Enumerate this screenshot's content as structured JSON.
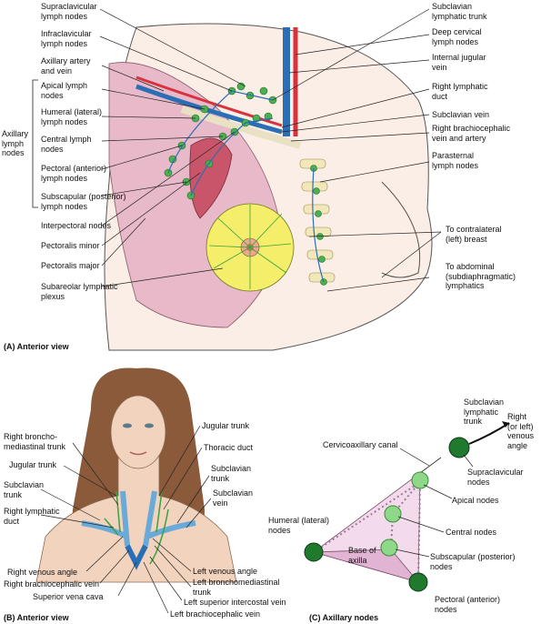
{
  "panel_a": {
    "caption": "(A) Anterior view",
    "group_label": "Axillary\nlymph\nnodes",
    "left_labels": [
      "Supraclavicular\nlymph nodes",
      "Infraclavicular\nlymph nodes",
      "Axillary artery\nand vein",
      "Apical lymph\nnodes",
      "Humeral (lateral)\nlymph nodes",
      "Central lymph\nnodes",
      "Pectoral (anterior)\nlymph nodes",
      "Subscapular (posterior)\nlymph nodes",
      "Interpectoral nodes",
      "Pectoralis minor",
      "Pectoralis major",
      "Subareolar lymphatic\nplexus"
    ],
    "right_labels": [
      "Subclavian\nlymphatic trunk",
      "Deep cervical\nlymph nodes",
      "Internal jugular\nvein",
      "Right lymphatic\nduct",
      "Subclavian vein",
      "Right brachiocephalic\nvein and artery",
      "Parasternal\nlymph nodes",
      "To contralateral\n(left) breast",
      "To abdominal\n(subdiaphragmatic)\nlymphatics"
    ]
  },
  "panel_b": {
    "caption": "(B) Anterior view",
    "left_labels": [
      "Right broncho-\nmediastinal trunk",
      "Jugular trunk",
      "Subclavian\ntrunk",
      "Right lymphatic\nduct",
      "Right venous angle",
      "Right brachiocephalic vein",
      "Superior vena cava"
    ],
    "right_labels": [
      "Jugular trunk",
      "Thoracic duct",
      "Subclavian\ntrunk",
      "Subclavian\nvein",
      "Left venous angle",
      "Left bronchomediastinal\ntrunk",
      "Left superior intercostal vein",
      "Left brachiocephalic vein"
    ]
  },
  "panel_c": {
    "caption": "(C) Axillary nodes",
    "labels": {
      "subclavian_trunk": "Subclavian\nlymphatic\ntrunk",
      "venous_angle": "Right\n(or left)\nvenous\nangle",
      "canal": "Cervicoaxillary canal",
      "supraclavicular": "Supraclavicular\nnodes",
      "apical": "Apical nodes",
      "humeral": "Humeral (lateral)\nnodes",
      "central": "Central nodes",
      "base": "Base of\naxilla",
      "subscapular": "Subscapular (posterior)\nnodes",
      "pectoral": "Pectoral (anterior)\nnodes"
    }
  },
  "colors": {
    "node_green": "#4caf50",
    "dark_node": "#1f7a2e",
    "vein_blue": "#2a6fb5",
    "artery_red": "#d8323c",
    "breast_yellow": "#f4ee6a",
    "muscle_pink": "#e8b9c8",
    "skin": "#f2d3bd",
    "hair": "#8a5a3a"
  }
}
